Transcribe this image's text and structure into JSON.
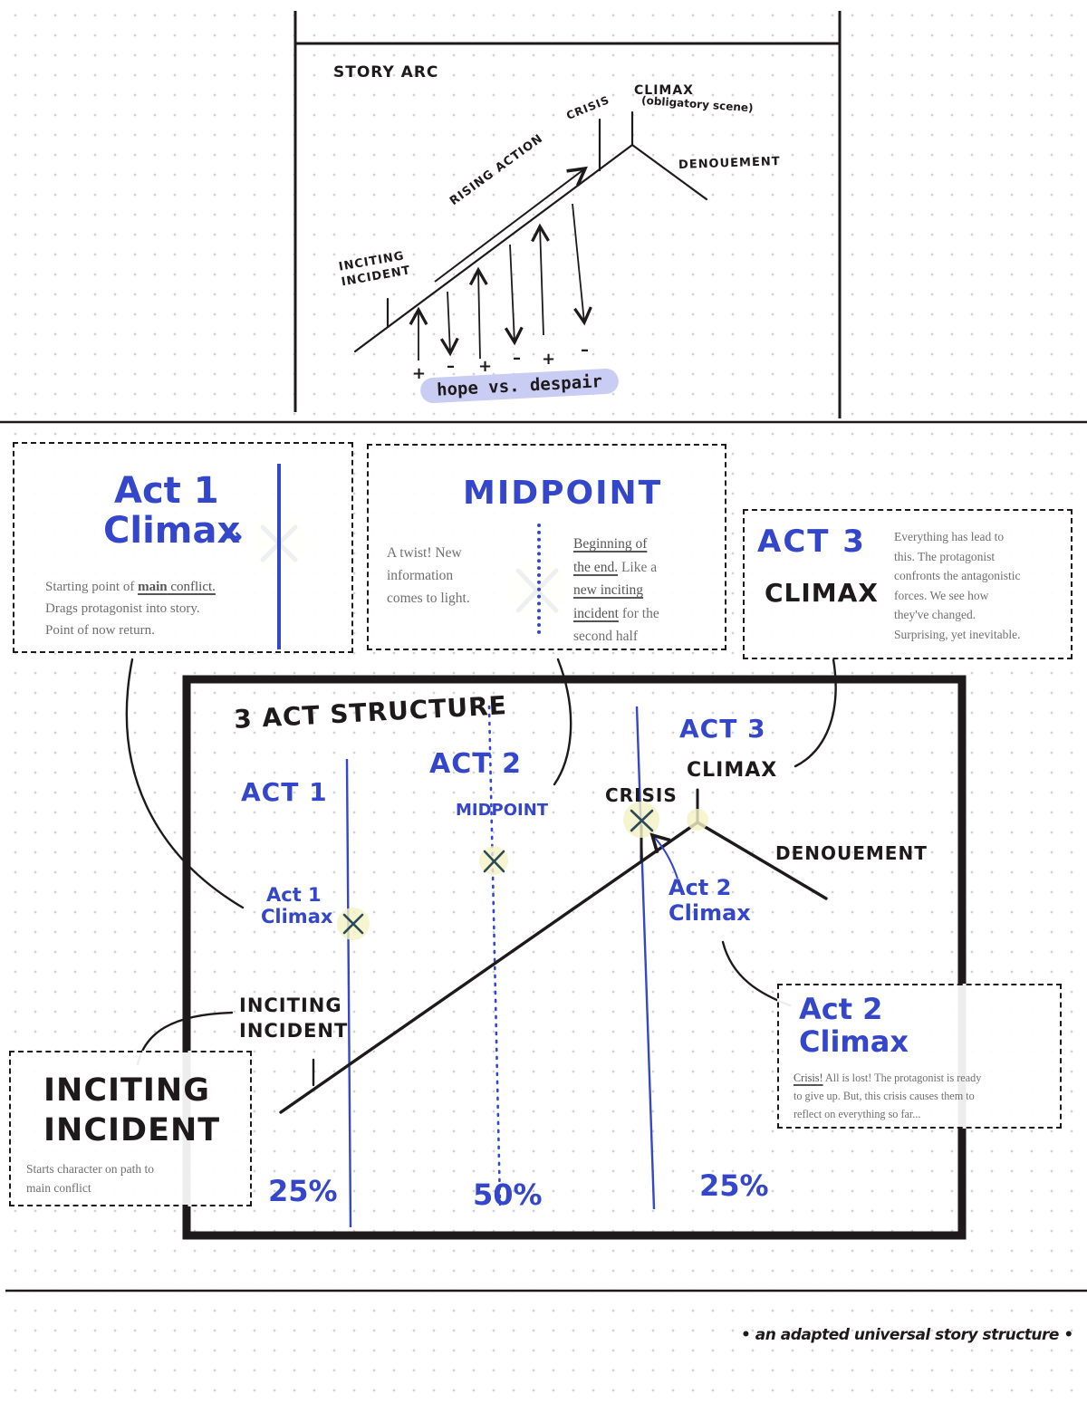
{
  "story_arc": {
    "title": "STORY ARC",
    "crisis": "CRISIS",
    "climax": "CLIMAX",
    "climax_note": "(obligatory scene)",
    "denouement": "DENOUEMENT",
    "rising_action": "RISING ACTION",
    "inciting_line1": "INCITING",
    "inciting_line2": "INCIDENT",
    "signs": [
      "+",
      "–",
      "+",
      "–",
      "+",
      "–"
    ],
    "hope_label": "hope vs. despair"
  },
  "act1_card": {
    "title_line1": "Act 1",
    "title_line2": "Climax",
    "text_prefix": "Starting point of ",
    "text_emphasis": "main",
    "text_underlined": " conflict.",
    "line2": "Drags protagonist into story.",
    "line3": "Point of now return."
  },
  "midpoint_card": {
    "title": "MIDPOINT",
    "left_line1": "A twist! New",
    "left_line2": "information",
    "left_line3": "comes to light.",
    "right_line1": "Beginning of",
    "right_line2_u": "the end.",
    "right_line2_rest": " Like a",
    "right_line3": "new inciting",
    "right_line4_u": "incident",
    "right_line4_rest": " for the",
    "right_line5": "second half"
  },
  "act3_card": {
    "title_line1": "ACT 3",
    "title_line2": "CLIMAX",
    "lines": [
      "Everything has lead to",
      "this. The protagonist",
      "confronts the antagonistic",
      "forces. We see how",
      "they've changed.",
      "Surprising, yet inevitable."
    ]
  },
  "structure": {
    "title": "3 ACT STRUCTURE",
    "act1": "ACT 1",
    "act2": "ACT 2",
    "act3": "ACT 3",
    "midpoint": "MIDPOINT",
    "crisis": "CRISIS",
    "climax": "CLIMAX",
    "denouement": "DENOUEMENT",
    "act1_climax_line1": "Act 1",
    "act1_climax_line2": "Climax",
    "act2_climax_line1": "Act 2",
    "act2_climax_line2": "Climax",
    "inciting_line1": "INCITING",
    "inciting_line2": "INCIDENT",
    "pct_act1": "25%",
    "pct_act2": "50%",
    "pct_act3": "25%",
    "act_share_pct": [
      25,
      50,
      25
    ]
  },
  "inciting_card": {
    "title_line1": "INCITING",
    "title_line2": "INCIDENT",
    "line1": "Starts character on path to",
    "line2": "main conflict"
  },
  "act2_card": {
    "title_line1": "Act 2",
    "title_line2": "Climax",
    "crisis_word": "Crisis!",
    "line1_rest": " All is lost! The protagonist is ready",
    "line2": "to give up. But, this crisis causes them to",
    "line3": "reflect on everything so far..."
  },
  "footer": {
    "caption": "an adapted universal story structure"
  },
  "colors": {
    "ink": "#1e1a1c",
    "blue": "#3446c9",
    "highlight": "#c9cdf4",
    "glow": "#f5f2c4"
  }
}
